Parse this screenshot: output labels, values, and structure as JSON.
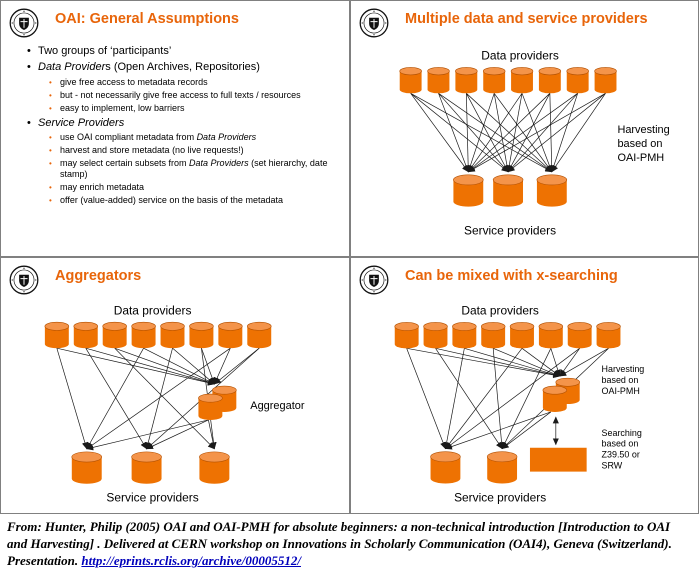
{
  "colors": {
    "accent_orange": "#e8650a",
    "cylinder_orange": "#ee7202",
    "cylinder_top": "#f4944a",
    "cylinder_edge": "#b35000",
    "arrow_black": "#1a1a1a",
    "link_blue": "#0000bb",
    "slide_border": "#808080"
  },
  "slides": {
    "general_assumptions": {
      "title": "OAI: General Assumptions",
      "items": [
        {
          "level": 1,
          "text": "Two groups of ‘participants’"
        },
        {
          "level": 1,
          "em": "Data Provider",
          "post": "s (Open Archives, Repositories)"
        },
        {
          "level": 2,
          "text": "give free access to metadata records"
        },
        {
          "level": 2,
          "text": "but - not necessarily give free access to full texts / resources"
        },
        {
          "level": 2,
          "text": "easy to implement, low barriers"
        },
        {
          "level": 1,
          "em": "Service Providers"
        },
        {
          "level": 2,
          "pre": "use OAI compliant metadata from ",
          "em": "Data Providers"
        },
        {
          "level": 2,
          "text": "harvest and store metadata (no live requests!)"
        },
        {
          "level": 2,
          "pre": "may select certain subsets from ",
          "em": "Data Providers",
          "post": " (set hierarchy, date stamp)"
        },
        {
          "level": 2,
          "text": "may enrich metadata"
        },
        {
          "level": 2,
          "text": "offer (value-added) service on the basis of the metadata"
        }
      ]
    },
    "multiple_providers": {
      "title": "Multiple data and service providers",
      "data_providers_label": "Data providers",
      "service_providers_label": "Service providers",
      "harvesting_lines": [
        "Harvesting",
        "based on",
        "OAI-PMH"
      ],
      "data_provider_count": 8,
      "service_provider_count": 3
    },
    "aggregators": {
      "title": "Aggregators",
      "data_providers_label": "Data providers",
      "service_providers_label": "Service providers",
      "aggregator_label": "Aggregator",
      "data_provider_count": 8,
      "service_provider_count": 3
    },
    "x_searching": {
      "title": "Can be mixed with x-searching",
      "data_providers_label": "Data providers",
      "service_providers_label": "Service providers",
      "harvesting_lines": [
        "Harvesting",
        "based on",
        "OAI-PMH"
      ],
      "searching_lines": [
        "Searching",
        "based on",
        "Z39.50 or",
        "SRW"
      ],
      "data_provider_count": 8,
      "service_provider_count": 2
    }
  },
  "citation": {
    "text": "From: Hunter, Philip (2005) OAI and OAI-PMH for absolute beginners: a non-technical introduction [Introduction to OAI and Harvesting] . Delivered at CERN workshop on Innovations in Scholarly Communication (OAI4), Geneva (Switzerland). Presentation. ",
    "link": "http://eprints.rclis.org/archive/00005512/"
  }
}
